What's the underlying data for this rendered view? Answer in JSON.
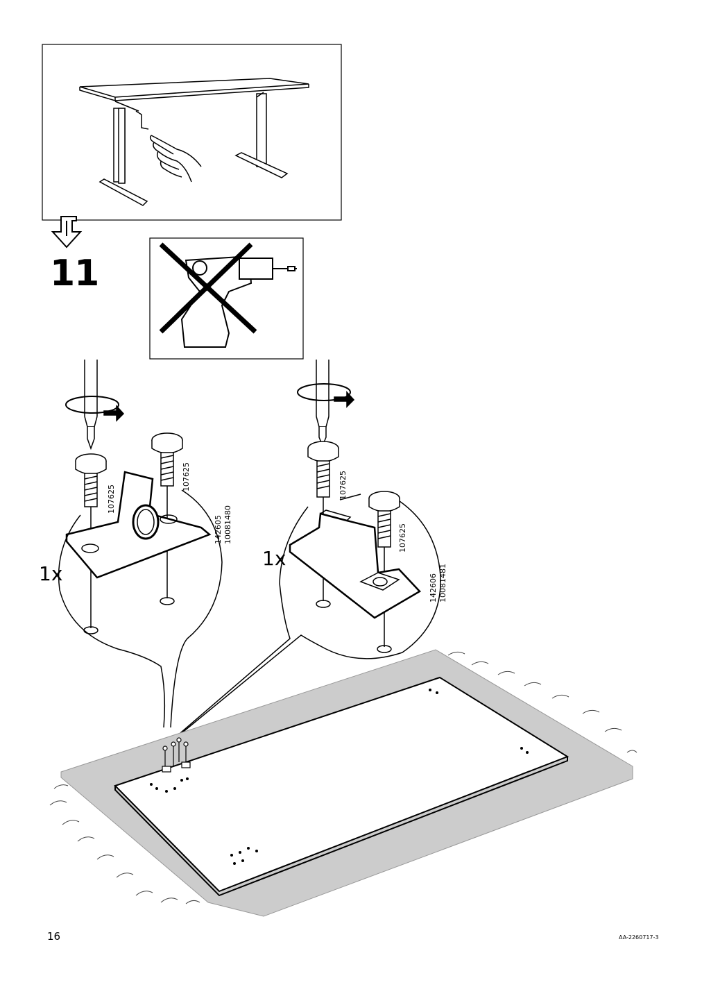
{
  "step": {
    "number": "11"
  },
  "left_detail": {
    "quantity": "1x",
    "screw_article_top": "107625",
    "screw_article_side": "107625",
    "bracket_articles": [
      "142605",
      "10081480"
    ]
  },
  "right_detail": {
    "quantity": "1x",
    "screw_article_top": "107625",
    "screw_article_side": "107625",
    "bracket_articles": [
      "142606",
      "10081481"
    ]
  },
  "footer": {
    "page_number": "16",
    "document_code": "AA-2260717-3"
  },
  "icons": {
    "preceding_step": "desk-crank-lower-icon",
    "flip_arrow": "turn-over-arrow-icon",
    "no_power_drill": "no-power-drill-icon",
    "rotate_screwdriver": "rotate-screwdriver-icon",
    "tabletop": "tabletop-on-rug-icon"
  },
  "colors": {
    "ink": "#000000",
    "rug": "#cccccc",
    "paper": "#ffffff"
  }
}
